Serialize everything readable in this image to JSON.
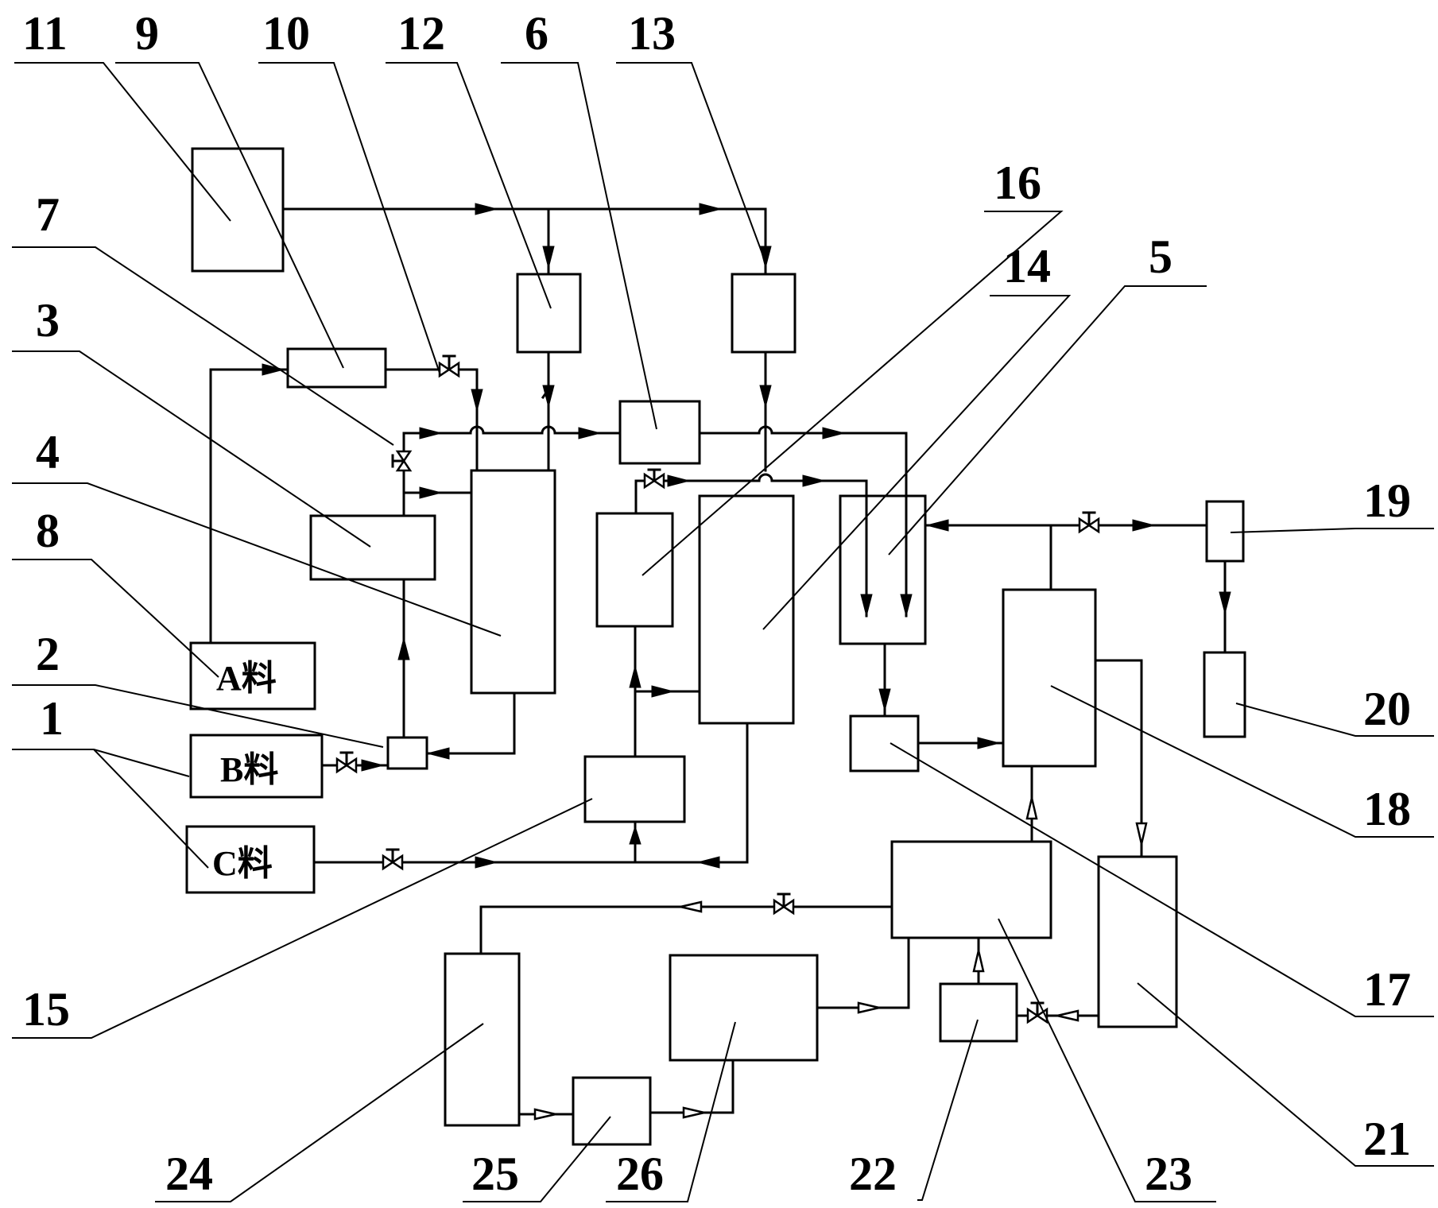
{
  "diagram": {
    "part_numbers": {
      "p1": "1",
      "p2": "2",
      "p3": "3",
      "p4": "4",
      "p5": "5",
      "p6": "6",
      "p7": "7",
      "p8": "8",
      "p9": "9",
      "p10": "10",
      "p11": "11",
      "p12": "12",
      "p13": "13",
      "p14": "14",
      "p15": "15",
      "p16": "16",
      "p17": "17",
      "p18": "18",
      "p19": "19",
      "p20": "20",
      "p21": "21",
      "p22": "22",
      "p23": "23",
      "p24": "24",
      "p25": "25",
      "p26": "26"
    },
    "materials": {
      "a": "A料",
      "b": "B料",
      "c": "C料"
    }
  }
}
